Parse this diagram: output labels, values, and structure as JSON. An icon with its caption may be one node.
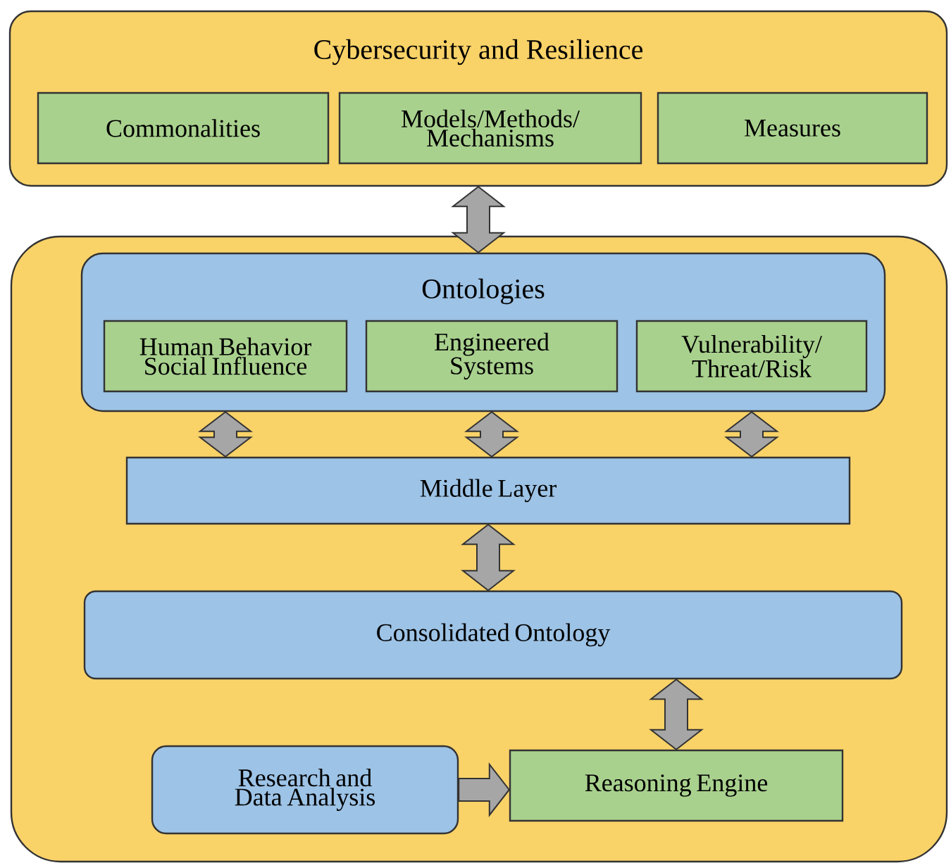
{
  "diagram": {
    "nodes": [
      {
        "text": [
          "Cybersecurity and Resilience"
        ]
      },
      {
        "text": [
          "Commonalities"
        ],
        "in": 0
      },
      {
        "text": [
          "Models/Methods/ Mechanisms"
        ],
        "in": 0
      },
      {
        "text": [
          "Measures"
        ],
        "in": 0
      },
      {
        "text": [],
        "shape": "box"
      },
      {
        "text": [
          "Ontologies"
        ],
        "in": 4
      },
      {
        "text": [
          "Human Behavior Social Influence"
        ],
        "in": 5
      },
      {
        "text": [
          "Engineered Systems"
        ],
        "in": 5
      },
      {
        "text": [
          "Vulnerability/ Threat/Risk"
        ],
        "in": 5
      },
      {
        "text": [
          "Middle Layer"
        ],
        "in": 4
      },
      {
        "text": [
          "Consolidated Ontology"
        ],
        "in": 4
      },
      {
        "text": [
          "Research and Data Analysis"
        ],
        "in": 4
      },
      {
        "text": [
          "Reasoning Engine"
        ],
        "in": 4
      }
    ],
    "edges": [
      {
        "from": 0,
        "to": 5,
        "arrow": "both"
      },
      {
        "from": 5,
        "to": 9,
        "arrow": "both"
      },
      {
        "from": 5,
        "to": 9,
        "arrow": "both"
      },
      {
        "from": 5,
        "to": 9,
        "arrow": "both"
      },
      {
        "from": 9,
        "to": 10,
        "arrow": "both"
      },
      {
        "from": 10,
        "to": 12,
        "arrow": "both"
      },
      {
        "from": 11,
        "to": 12,
        "arrow": "to"
      }
    ]
  }
}
